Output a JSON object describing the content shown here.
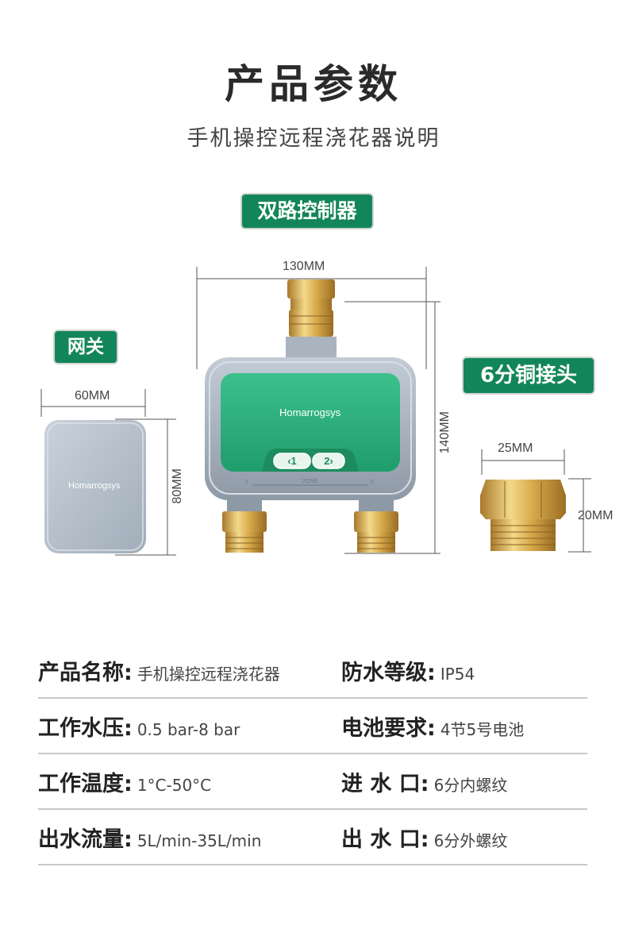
{
  "header": {
    "title": "产品参数",
    "subtitle": "手机操控远程浇花器说明"
  },
  "tags": {
    "dual_controller": "双路控制器",
    "gateway": "网关",
    "brass_connector": "6分铜接头"
  },
  "dimensions": {
    "controller_width": "130MM",
    "controller_height": "140MM",
    "gateway_width": "60MM",
    "gateway_height": "80MM",
    "connector_width": "25MM",
    "connector_height": "20MM"
  },
  "product_text": {
    "controller_brand": "Homarrogsys",
    "gateway_brand": "Homarrogsys",
    "zone_button_1": "1",
    "zone_button_2": "2",
    "zone_label": "ZONE",
    "zone_left": "1",
    "zone_right": "2"
  },
  "specs": [
    {
      "left_key": "产品名称:",
      "left_val": "手机操控远程浇花器",
      "right_key": "防水等级:",
      "right_val": "IP54"
    },
    {
      "left_key": "工作水压:",
      "left_val": "0.5 bar-8 bar",
      "right_key": "电池要求:",
      "right_val": "4节5号电池"
    },
    {
      "left_key": "工作温度:",
      "left_val": "1°C-50°C",
      "right_key": "进 水 口:",
      "right_val": "6分内螺纹"
    },
    {
      "left_key": "出水流量:",
      "left_val": "5L/min-35L/min",
      "right_key": "出 水 口:",
      "right_val": "6分外螺纹"
    }
  ],
  "colors": {
    "accent_green": "#12865a",
    "panel_green": "#2bb07c",
    "device_gray": "#9aa5b1",
    "brass": "#c9a14a"
  }
}
